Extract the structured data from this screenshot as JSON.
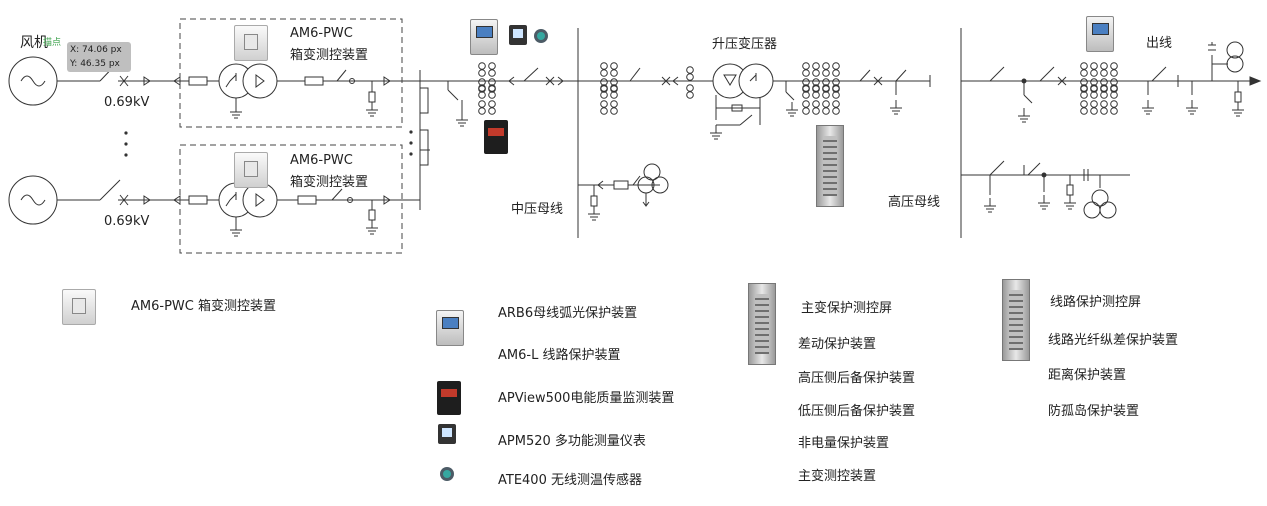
{
  "labels": {
    "wind": "风机",
    "marker": "描点",
    "kv1": "0.69kV",
    "kv2": "0.69kV",
    "box1_model": "AM6-PWC",
    "box1_name": "箱变测控装置",
    "box2_model": "AM6-PWC",
    "box2_name": "箱变测控装置",
    "transformer": "升压变压器",
    "mv_bus": "中压母线",
    "hv_bus": "高压母线",
    "outgoing": "出线"
  },
  "tooltip": {
    "x": "X: 74.06 px",
    "y": "Y: 46.35 px"
  },
  "legend": {
    "am6pwc": "AM6-PWC  箱变测控装置",
    "arb6": "ARB6母线弧光保护装置",
    "am6l": "AM6-L  线路保护装置",
    "apview": "APView500电能质量监测装置",
    "apm520": "APM520  多功能测量仪表",
    "ate400": "ATE400  无线测温传感器",
    "main_screen": {
      "title": "主变保护测控屏",
      "items": [
        "差动保护装置",
        "高压侧后备保护装置",
        "低压侧后备保护装置",
        "非电量保护装置",
        "主变测控装置"
      ]
    },
    "line_screen": {
      "title": "线路保护测控屏",
      "items": [
        "线路光纤纵差保护装置",
        "距离保护装置",
        "防孤岛保护装置"
      ]
    }
  },
  "colors": {
    "line": "#333333",
    "dash": "#444444",
    "tooltip_bg": "#bfbfbf",
    "marker": "#3aa14a"
  },
  "icons": [
    "relay-device-icon",
    "multifunction-meter-icon",
    "temperature-sensor-icon",
    "power-quality-monitor-icon",
    "box-transformer-controller-icon",
    "protection-cabinet-icon",
    "generator-icon",
    "transformer-icon",
    "breaker-icon",
    "grounding-icon"
  ]
}
